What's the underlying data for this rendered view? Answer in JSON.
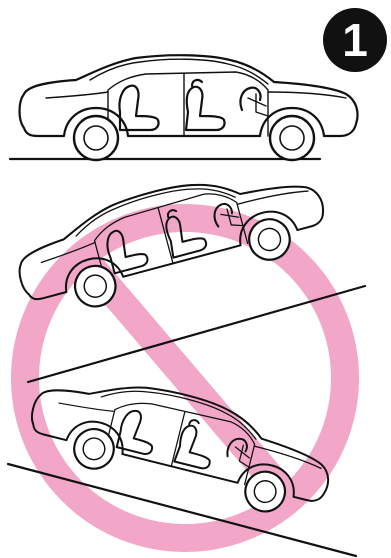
{
  "step_badge": {
    "number": "1",
    "background": "#111111",
    "text_color": "#ffffff"
  },
  "prohibition_sign": {
    "color": "#F2A6C8"
  },
  "scenes": [
    {
      "id": "level",
      "icon": "car-icon"
    },
    {
      "id": "uphill",
      "icon": "car-icon"
    },
    {
      "id": "downhill",
      "icon": "car-icon"
    }
  ]
}
